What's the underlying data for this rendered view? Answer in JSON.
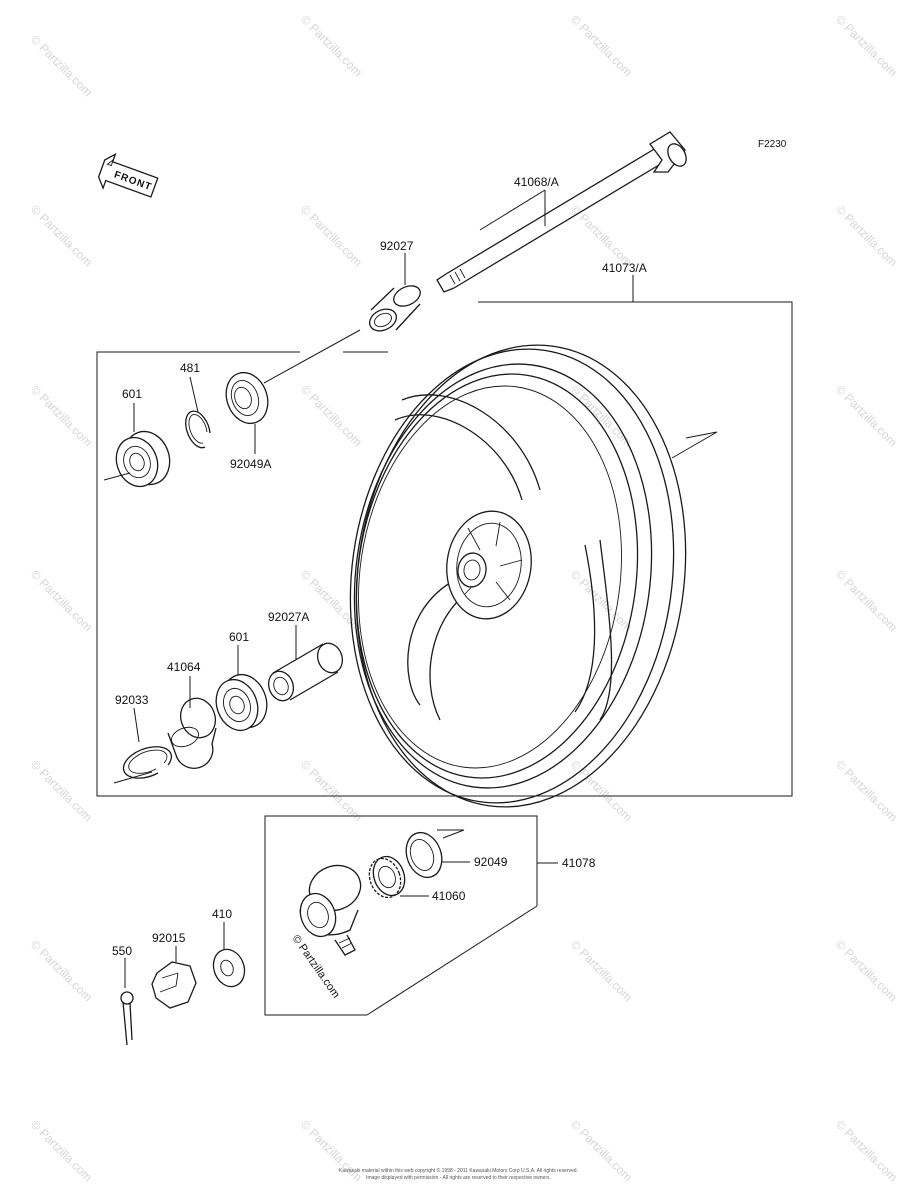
{
  "diagram_code": "F2230",
  "front_label": "FRONT",
  "copyright_overlay": "© Partzilla.com",
  "watermark_text": "© Partzilla.com",
  "footer_line1": "Kawasaki material within this web copyright © 1998 - 2011 Kawasaki Motors Corp U.S.A. All rights reserved.",
  "footer_line2": "Image displayed with permission - All rights are reserved to their respective owners.",
  "parts": {
    "axle": "41068/A",
    "wheel": "41073/A",
    "collar_top": "92027",
    "circlip_481": "481",
    "bearing_top": "601",
    "oil_seal_top": "92049A",
    "collar_long": "92027A",
    "bearing_lower": "601",
    "coupling": "41064",
    "circlip_lower": "92033",
    "gear_housing_assy": "41078",
    "seal_92049": "92049",
    "gear_41060": "41060",
    "washer": "410",
    "nut": "92015",
    "cotter_pin": "550"
  }
}
